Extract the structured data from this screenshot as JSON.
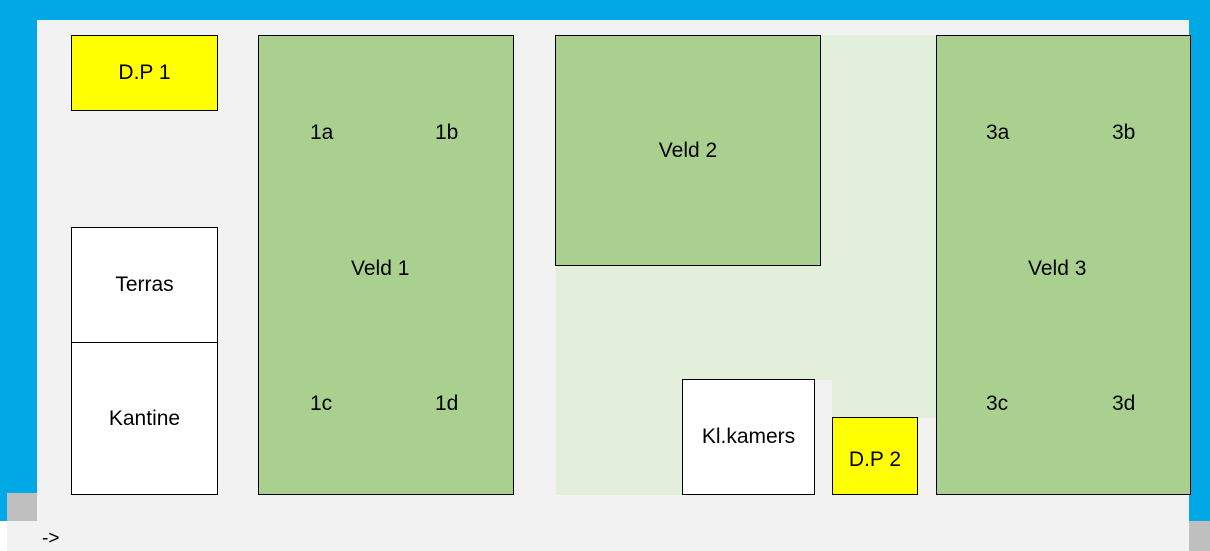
{
  "facilities": {
    "dp1": "D.P 1",
    "dp2": "D.P 2",
    "terras": "Terras",
    "kantine": "Kantine",
    "klkamers": "Kl.kamers"
  },
  "fields": {
    "veld1": {
      "name": "Veld 1",
      "sub": [
        "1a",
        "1b",
        "1c",
        "1d"
      ]
    },
    "veld2": {
      "name": "Veld 2"
    },
    "veld3": {
      "name": "Veld 3",
      "sub": [
        "3a",
        "3b",
        "3c",
        "3d"
      ]
    }
  },
  "footer": {
    "arrow": "->"
  },
  "colors": {
    "border_blue": "#00a9e6",
    "field_green": "#a9d08e",
    "light_green": "#e2efda",
    "ground_gray": "#f2f2f2",
    "dp_yellow": "#ffff00"
  }
}
